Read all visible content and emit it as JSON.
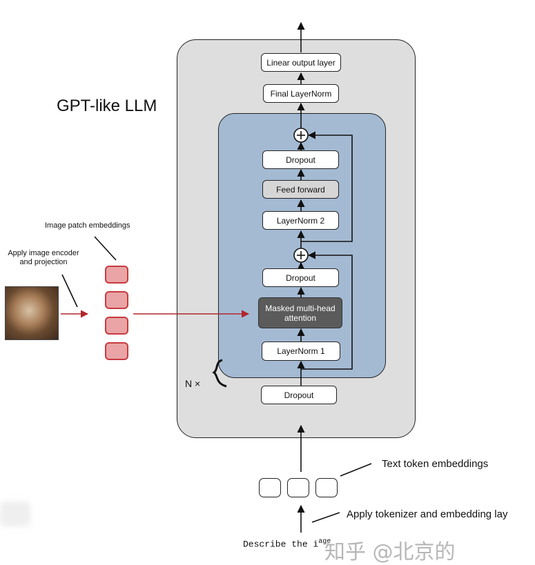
{
  "title": "GPT-like LLM",
  "outer_stack": {
    "linear_output": "Linear output layer",
    "final_norm": "Final LayerNorm",
    "dropout_bottom": "Dropout"
  },
  "transformer_block": {
    "dropout_top": "Dropout",
    "feed_forward": "Feed forward",
    "layernorm2": "LayerNorm 2",
    "dropout_mid": "Dropout",
    "attention": "Masked multi-head attention",
    "layernorm1": "LayerNorm 1",
    "repeat_label": "N ×"
  },
  "image_side": {
    "patch_label": "Image patch embeddings",
    "encoder_label": "Apply image encoder and projection",
    "patch_count": 4
  },
  "text_side": {
    "token_label": "Text token embeddings",
    "tokenizer_label": "Apply tokenizer and embedding lay",
    "input_text": "Describe the i",
    "input_text_tail": "age",
    "token_count": 3
  },
  "watermark": "知乎 @北京的",
  "colors": {
    "outer_bg": "#dedede",
    "block_bg": "#a4bad3",
    "attention_bg": "#5b5b5b",
    "patch_fill": "#eaa4a6",
    "patch_border": "#c53b3f",
    "arrow_red": "#b3262c"
  }
}
